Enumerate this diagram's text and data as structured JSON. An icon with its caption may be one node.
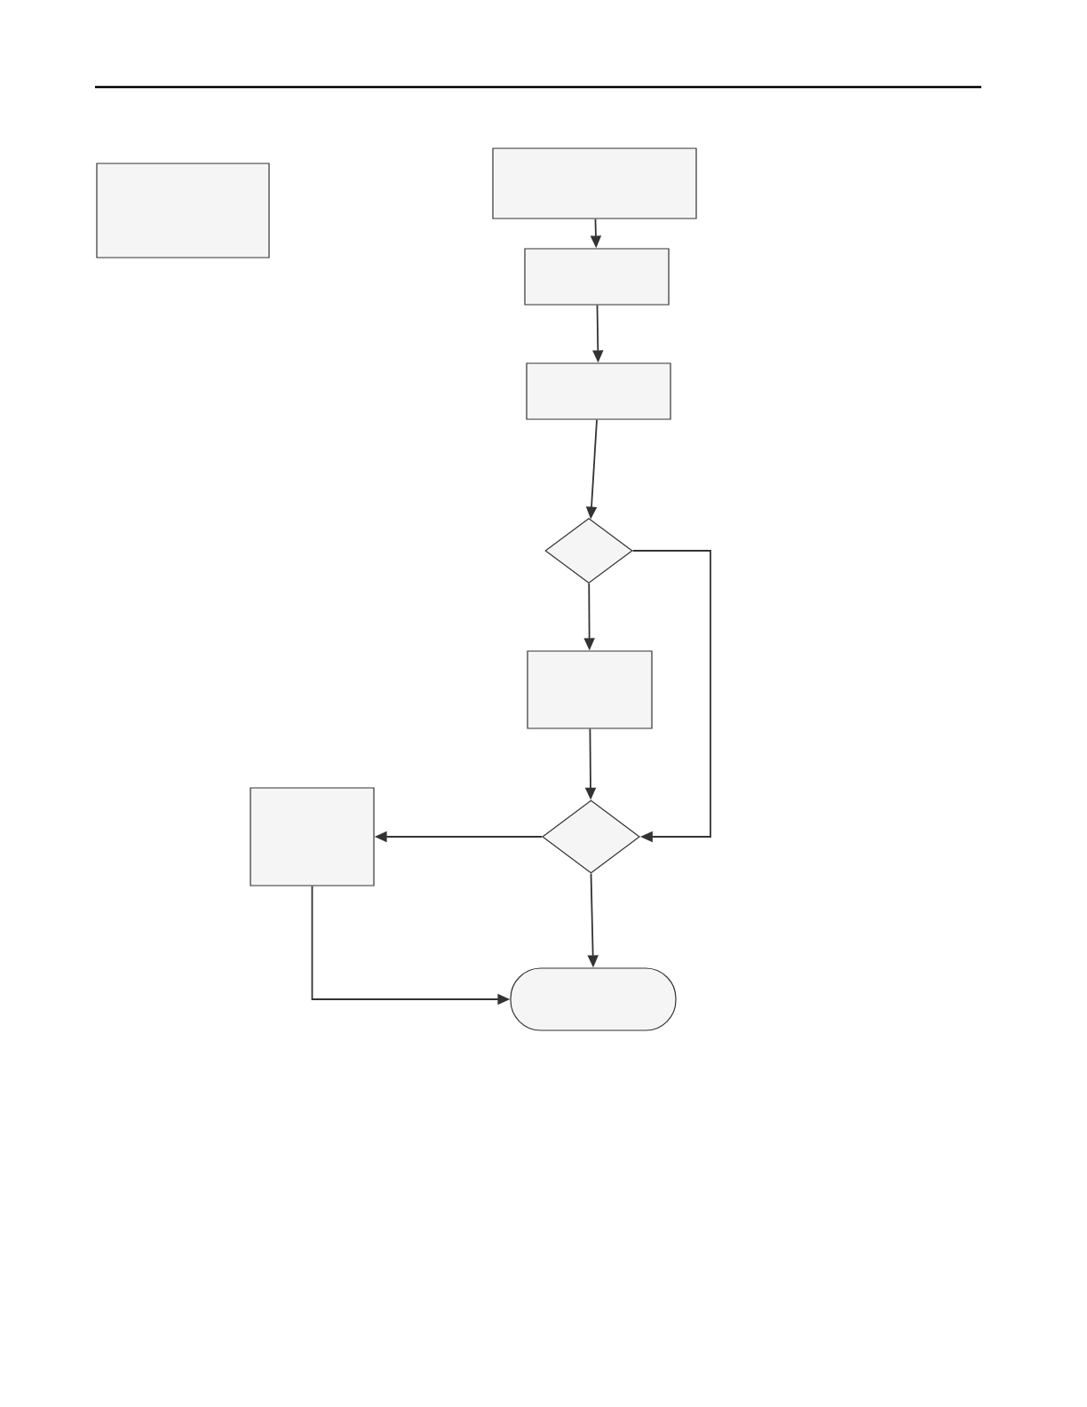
{
  "diagram": {
    "nodes": [
      {
        "text": [],
        "shape": "box"
      },
      {
        "text": [],
        "shape": "box"
      },
      {
        "text": [],
        "shape": "box"
      },
      {
        "text": [],
        "shape": "box"
      },
      {
        "text": [],
        "shape": "diamond"
      },
      {
        "text": [],
        "shape": "box"
      },
      {
        "text": [],
        "shape": "diamond"
      },
      {
        "text": [],
        "shape": "box"
      },
      {
        "text": [],
        "shape": "pill"
      }
    ],
    "edges": [
      {
        "from": 1,
        "to": 2,
        "arrow": "to"
      },
      {
        "from": 2,
        "to": 3,
        "arrow": "to"
      },
      {
        "from": 3,
        "to": 4,
        "arrow": "to"
      },
      {
        "from": 4,
        "to": 5,
        "arrow": "to"
      },
      {
        "from": 4,
        "to": 6,
        "arrow": "to"
      },
      {
        "from": 5,
        "to": 6,
        "arrow": "to"
      },
      {
        "from": 6,
        "to": 7,
        "arrow": "to"
      },
      {
        "from": 6,
        "to": 8,
        "arrow": "to"
      },
      {
        "from": 7,
        "to": 8,
        "arrow": "to"
      }
    ]
  }
}
